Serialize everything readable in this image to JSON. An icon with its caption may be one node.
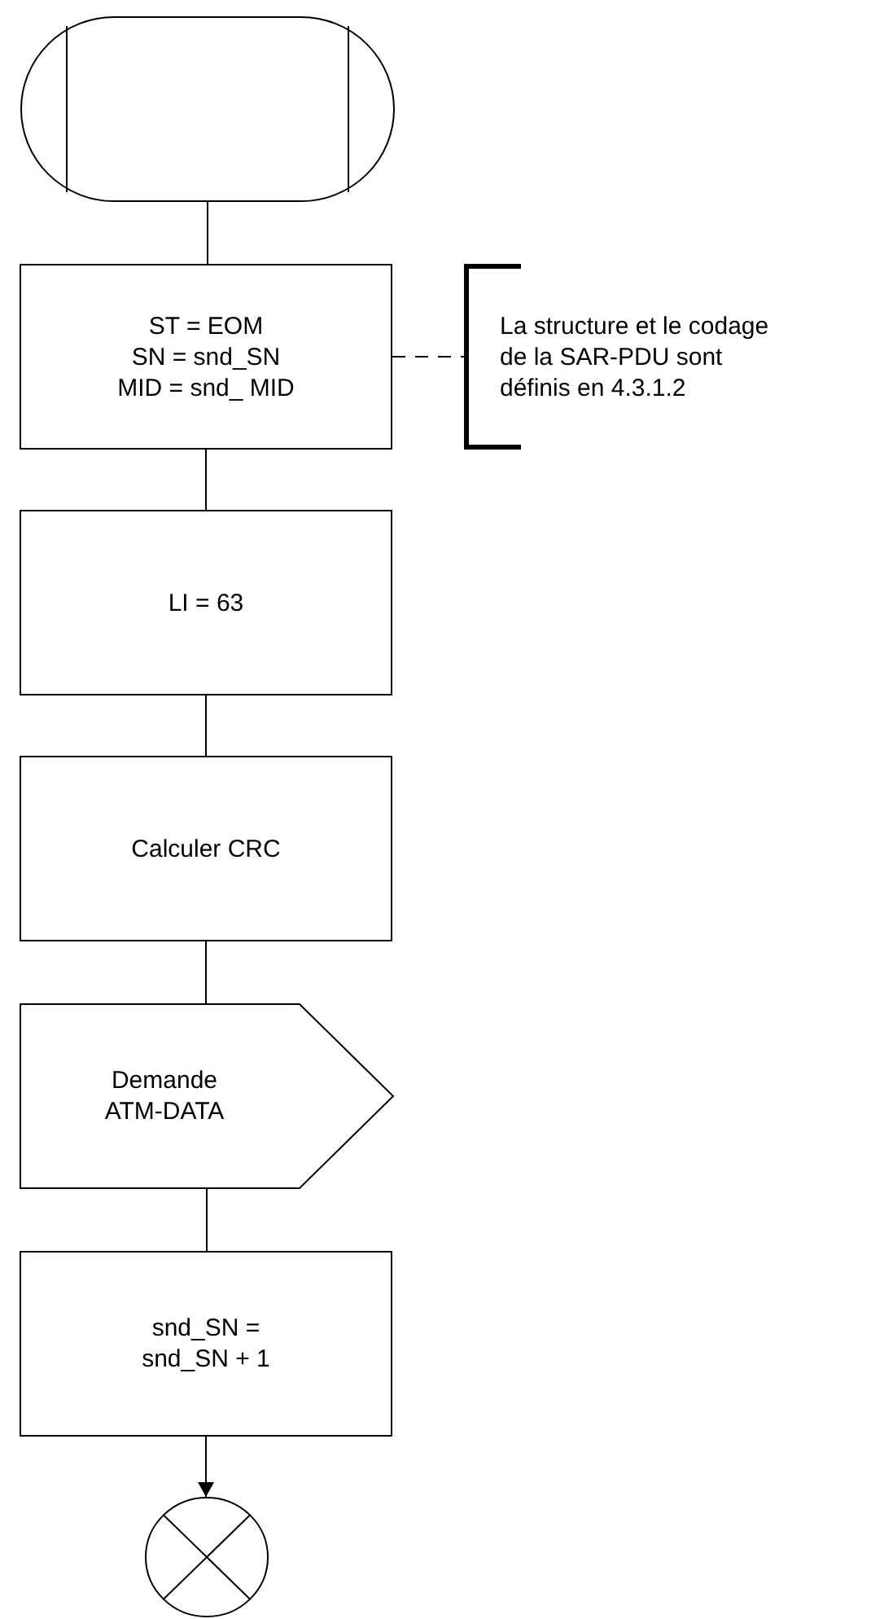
{
  "diagram": {
    "nodes": [
      {
        "text": [],
        "shape": "box"
      },
      {
        "text": [
          "ST = EOM",
          "SN = snd_SN",
          "MID = snd_ MID"
        ]
      },
      {
        "text": [
          "LI = 63"
        ]
      },
      {
        "text": [
          "Calculer CRC"
        ]
      },
      {
        "text": [
          "Demande ATM-DATA"
        ]
      },
      {
        "text": [
          "snd_SN = snd_SN + 1"
        ]
      },
      {
        "text": [],
        "shape": "circle"
      },
      {
        "text": [
          "La structure et le codage de la SAR-PDU sont définis en 4.3.1.2"
        ]
      }
    ],
    "edges": [
      {
        "from": 0,
        "to": 1,
        "arrow": "none"
      },
      {
        "from": 1,
        "to": 2,
        "arrow": "none"
      },
      {
        "from": 2,
        "to": 3,
        "arrow": "none"
      },
      {
        "from": 3,
        "to": 4,
        "arrow": "none"
      },
      {
        "from": 4,
        "to": 5,
        "arrow": "none"
      },
      {
        "from": 5,
        "to": 6,
        "arrow": "to"
      },
      {
        "from": 1,
        "to": 7,
        "arrow": "none",
        "style": "dashed"
      }
    ]
  }
}
